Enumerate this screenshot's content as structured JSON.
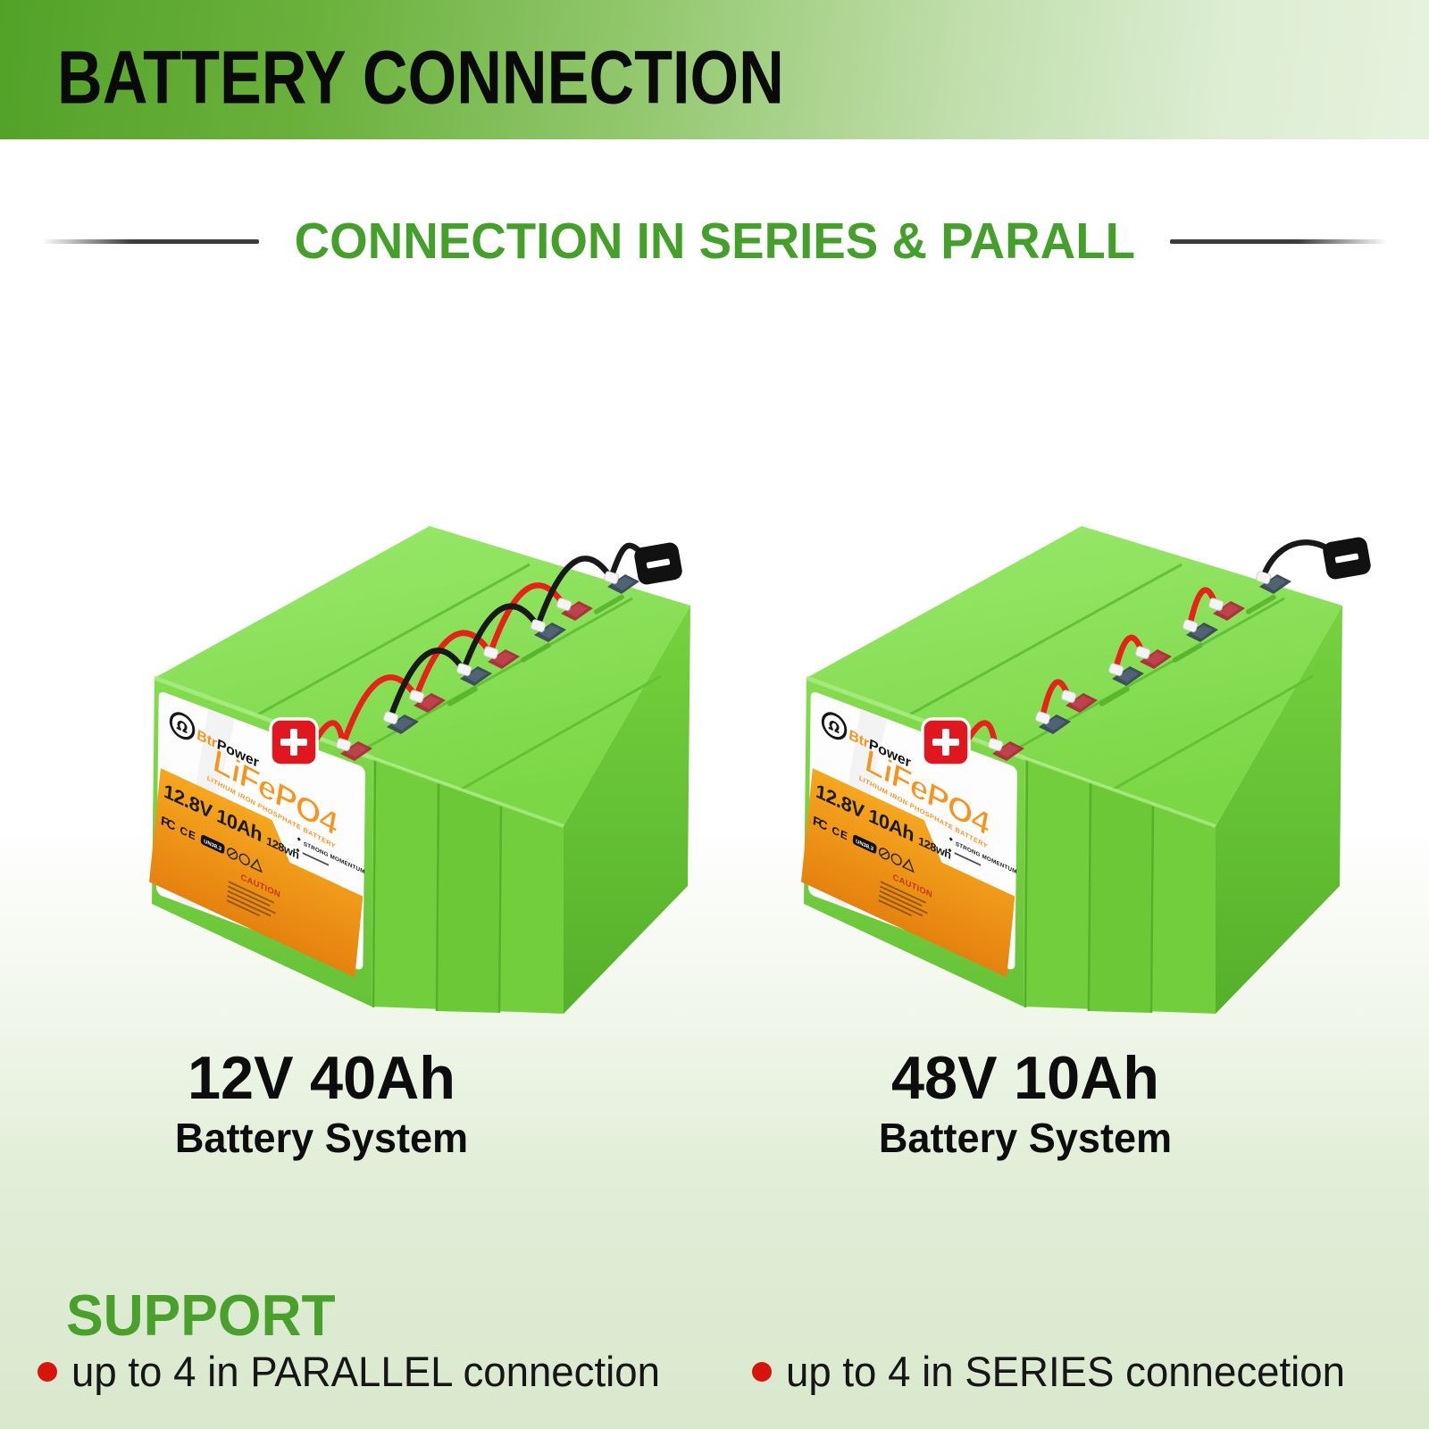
{
  "header": {
    "title": "BATTERY CONNECTION"
  },
  "subtitle": "CONNECTION IN SERIES & PARALL",
  "packs": {
    "left": {
      "connection_type": "parallel",
      "battery_count": 4,
      "caption_title": "12V 40Ah",
      "caption_subtitle": "Battery System",
      "positive_marker": "+",
      "negative_marker": "−"
    },
    "right": {
      "connection_type": "series",
      "battery_count": 4,
      "caption_title": "48V 10Ah",
      "caption_subtitle": "Battery System",
      "positive_marker": "+",
      "negative_marker": "−"
    }
  },
  "battery_label": {
    "logo_glyph": "Ω",
    "brand_orange": "Btr",
    "brand_dark": "Power",
    "product_name": "LiFePO4",
    "product_subtitle": "LITHIUM IRON PHOSPHATE BATTERY",
    "voltage": "12.8V",
    "capacity": "10Ah",
    "energy": "128wh",
    "cert_fcc": "FC",
    "cert_ce": "CE",
    "cert_un": "UN38.3",
    "warning_glyph": "⚠",
    "caution_title": "CAUTION",
    "feature_1": "STRONG MOMENTUM"
  },
  "support": {
    "heading": "SUPPORT",
    "bullets": [
      "up to 4 in PARALLEL connection",
      "up to 4 in SERIES connecetion"
    ]
  },
  "colors": {
    "header_green_dark": "#53a228",
    "header_green_light": "#e6f2de",
    "accent_green": "#44a02a",
    "support_green": "#49a12b",
    "battery_top_light": "#98e96b",
    "battery_top_dark": "#7cd746",
    "battery_front_light": "#84dc4e",
    "battery_front_dark": "#66c236",
    "battery_edge": "#56b02a",
    "rim_highlight": "#a7ec80",
    "label_orange": "#f7941d",
    "band_orange_light": "#f6a61f",
    "band_orange_dark": "#e5820f",
    "terminal_red": "#a8343c",
    "terminal_red_top": "#c2454e",
    "terminal_dark": "#3e4e5b",
    "terminal_dark_top": "#54677a",
    "wire_red": "#e62219",
    "wire_black": "#191919",
    "badge_red": "#e1171f",
    "badge_black": "#111111",
    "bullet_red": "#d8150d",
    "text_dark": "#161616"
  }
}
